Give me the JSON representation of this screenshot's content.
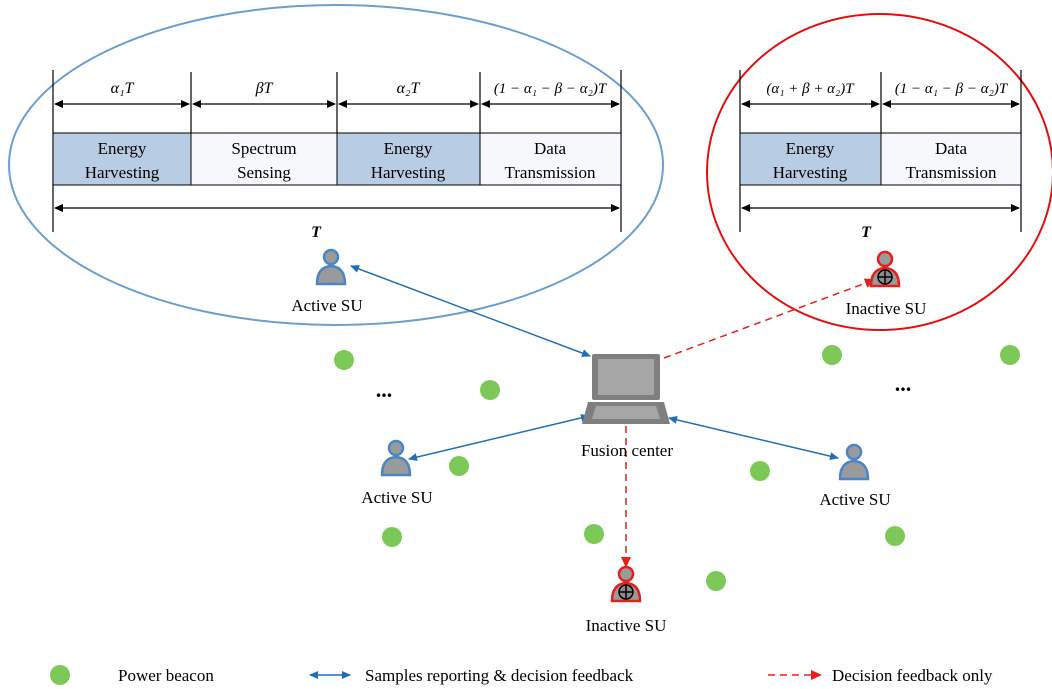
{
  "left_frame": {
    "durations": [
      "α₁T",
      "βT",
      "α₂T",
      "(1 − α₁ − β − α₂)T"
    ],
    "slots": [
      {
        "line1": "Energy",
        "line2": "Harvesting",
        "shaded": true
      },
      {
        "line1": "Spectrum",
        "line2": "Sensing",
        "shaded": false
      },
      {
        "line1": "Energy",
        "line2": "Harvesting",
        "shaded": true
      },
      {
        "line1": "Data",
        "line2": "Transmission",
        "shaded": false
      }
    ],
    "total": "T"
  },
  "right_frame": {
    "durations": [
      "(α₁ + β + α₂)T",
      "(1 − α₁ − β − α₂)T"
    ],
    "slots": [
      {
        "line1": "Energy",
        "line2": "Harvesting",
        "shaded": true
      },
      {
        "line1": "Data",
        "line2": "Transmission",
        "shaded": false
      }
    ],
    "total": "T"
  },
  "nodes": {
    "active_su_top": "Active SU",
    "active_su_left": "Active SU",
    "active_su_right": "Active SU",
    "inactive_su_top": "Inactive SU",
    "inactive_su_bottom": "Inactive SU",
    "fusion_center": "Fusion center",
    "ellipsis": "..."
  },
  "legend": {
    "beacon": "Power beacon",
    "samples": "Samples reporting & decision feedback",
    "decision": "Decision feedback only"
  },
  "colors": {
    "active": "#2e75b6",
    "inactive": "#e3211c",
    "beacon": "#7dc957",
    "slot_fill": "#b8cce4",
    "slot_fill_light": "#f6f8fb",
    "ellipse_blue": "#6a9fce",
    "ellipse_red": "#e01010"
  }
}
